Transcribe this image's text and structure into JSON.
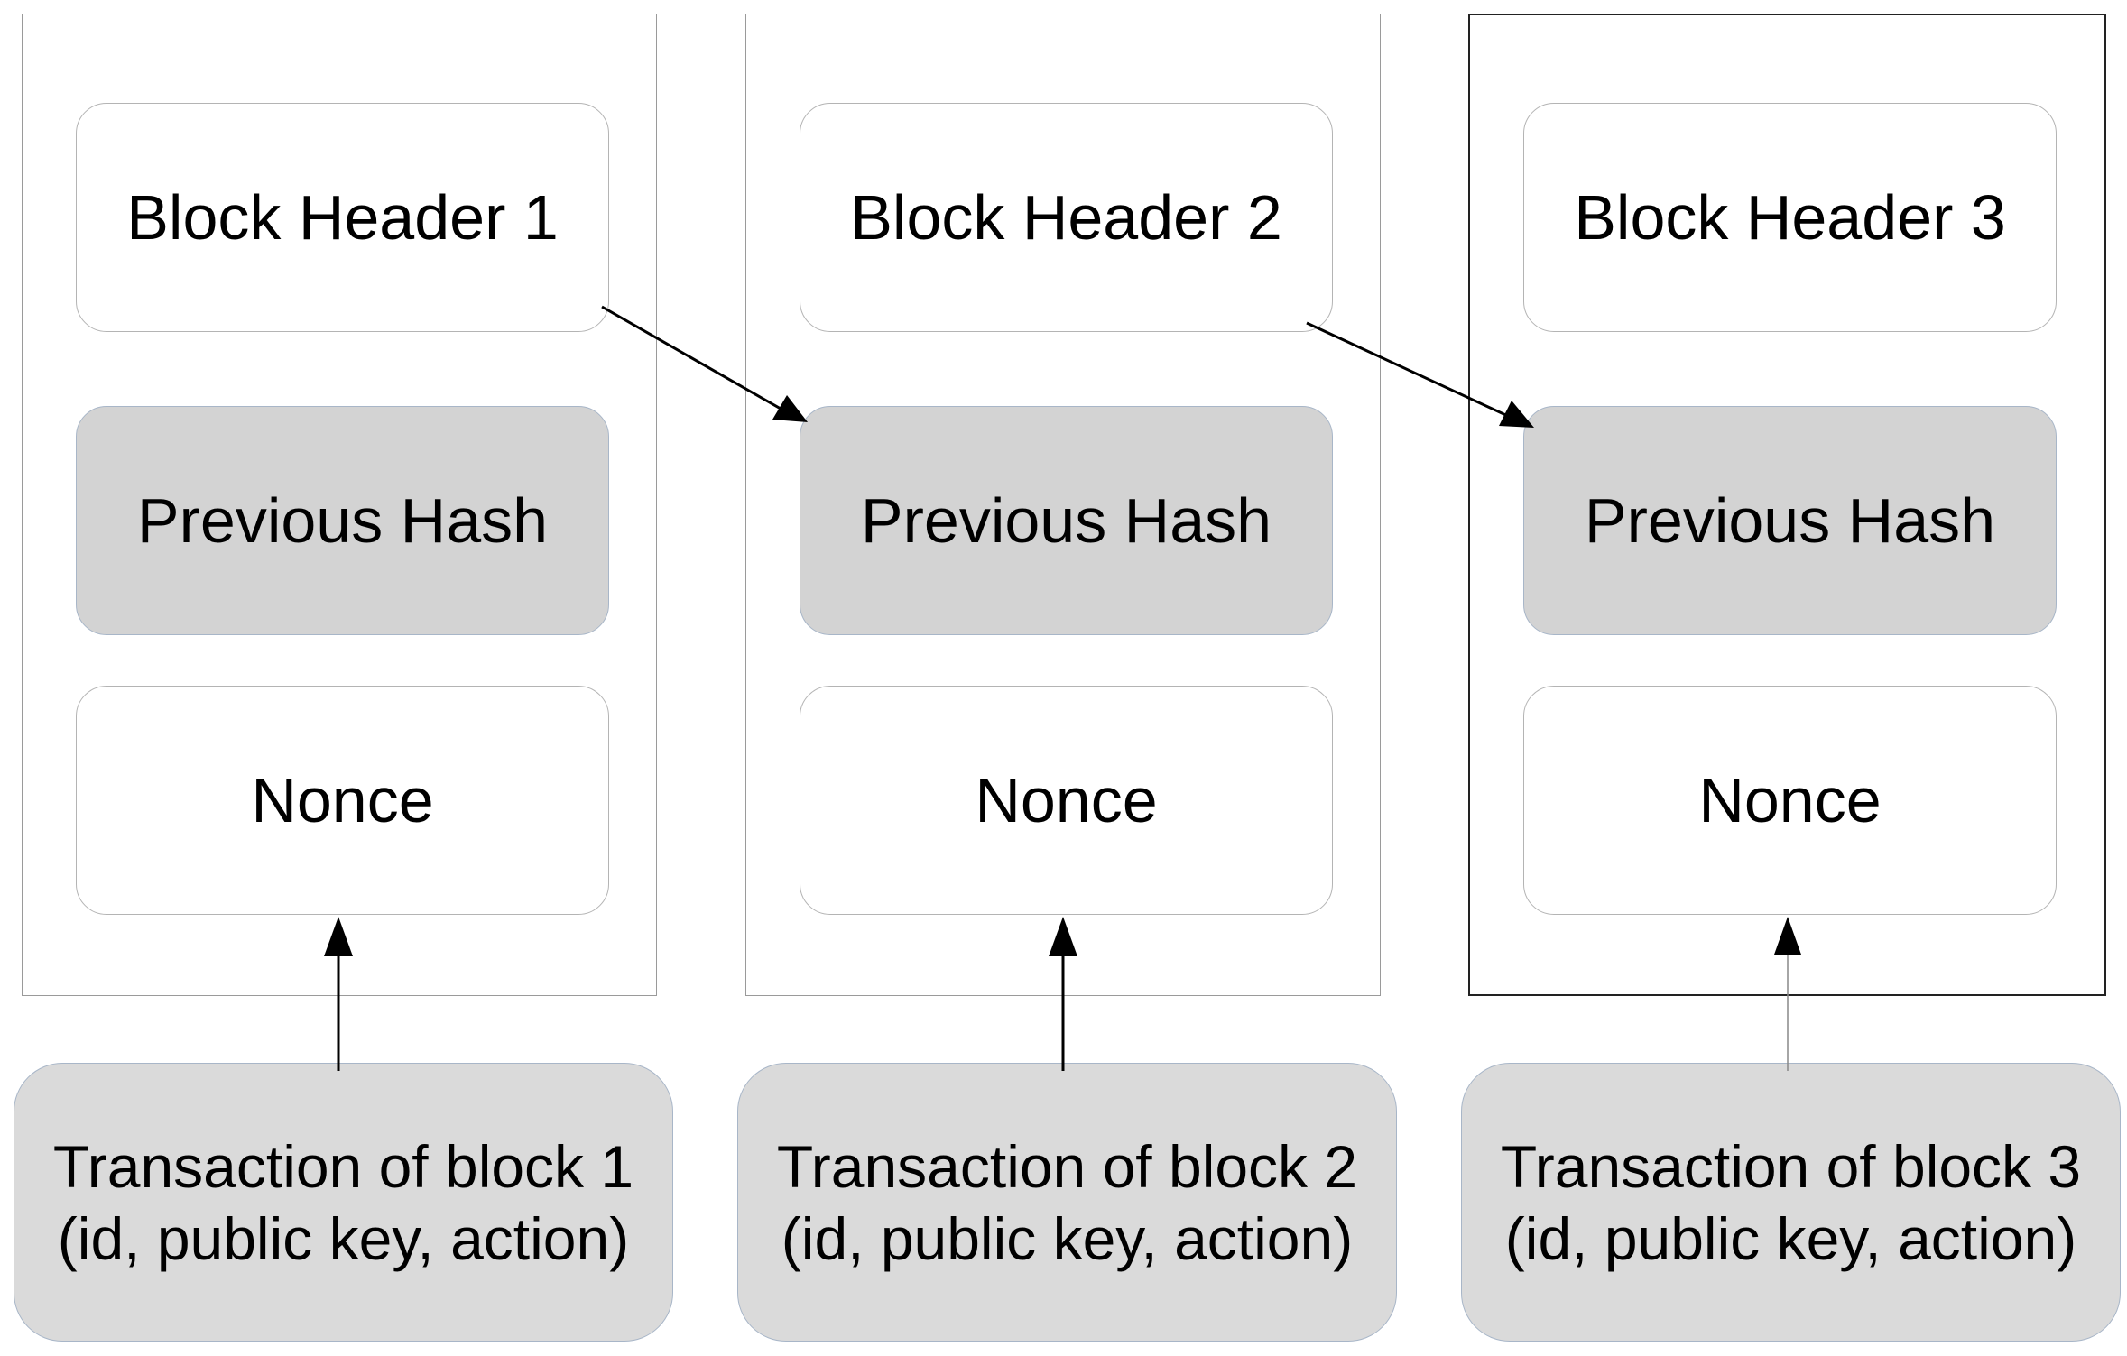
{
  "blocks": [
    {
      "header": "Block Header 1",
      "previous_hash": "Previous Hash",
      "nonce": "Nonce",
      "transaction_line1": "Transaction of block 1",
      "transaction_line2": "(id, public key, action)"
    },
    {
      "header": "Block Header 2",
      "previous_hash": "Previous Hash",
      "nonce": "Nonce",
      "transaction_line1": "Transaction of block 2",
      "transaction_line2": "(id, public key, action)"
    },
    {
      "header": "Block Header 3",
      "previous_hash": "Previous Hash",
      "nonce": "Nonce",
      "transaction_line1": "Transaction of block 3",
      "transaction_line2": "(id, public key, action)"
    }
  ],
  "colors": {
    "hash_fill": "#d3d3d3",
    "transaction_fill": "#dadada",
    "arrow": "#000000"
  }
}
